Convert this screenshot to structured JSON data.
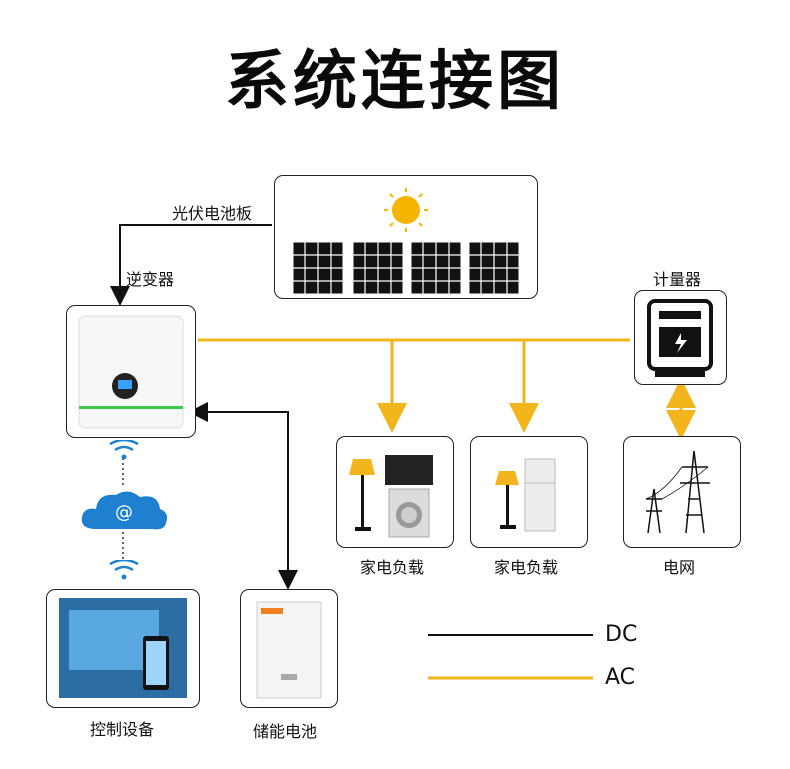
{
  "title": "系统连接图",
  "labels": {
    "solar_panel": "光伏电池板",
    "inverter": "逆变器",
    "meter": "计量器",
    "home_load_1": "家电负载",
    "home_load_2": "家电负载",
    "grid": "电网",
    "control_device": "控制设备",
    "storage_battery": "储能电池"
  },
  "legend": {
    "dc": "DC",
    "ac": "AC"
  },
  "colors": {
    "dc_line": "#111111",
    "ac_line": "#f2b61c",
    "sun": "#f7b500",
    "inverter_band": "#3cc94a",
    "cloud": "#1f7fd1"
  }
}
